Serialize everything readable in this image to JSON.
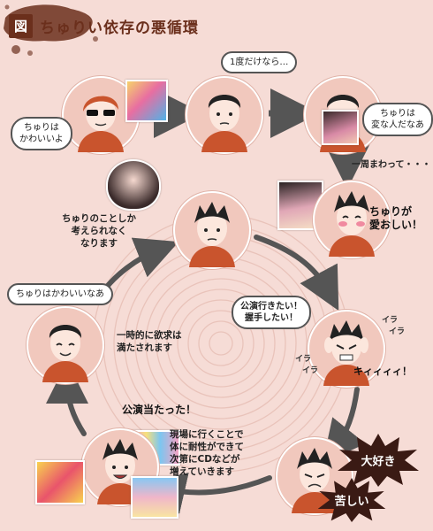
{
  "title": {
    "badge": "図",
    "text": "ちゅりい依存の悪循環"
  },
  "colors": {
    "background": "#f6dcd6",
    "accent": "#6b2f1c",
    "shirt": "#c9542d",
    "arrow": "#555555",
    "burst": "#3a1a14"
  },
  "bubbles": {
    "friend": [
      "ちゅりは",
      "かわいいよ"
    ],
    "once": "1度だけなら…",
    "odd": [
      "ちゅりは",
      "変な人だなあ"
    ],
    "cute": "ちゅりはかわいいなあ",
    "want": [
      "公演行きたい！",
      "握手したい！"
    ]
  },
  "labels": {
    "round": "一周まわって・・・",
    "lovely": [
      "ちゅりが",
      "愛おしい！"
    ],
    "think": [
      "ちゅりのことしか",
      "考えられなく",
      "なります"
    ],
    "satisfied": [
      "一時的に欲求は",
      "満たされます"
    ],
    "won": "公演当たった！",
    "tolerance": [
      "現場に行くことで",
      "体に耐性ができて",
      "次第にCDなどが",
      "増えていきます"
    ],
    "kiii": "キィィィィ！",
    "ira1": [
      "イラ",
      "イラ"
    ],
    "ira2": [
      "イラ",
      "イラ"
    ]
  },
  "bursts": {
    "love": "大好き",
    "pain": "苦しい"
  }
}
